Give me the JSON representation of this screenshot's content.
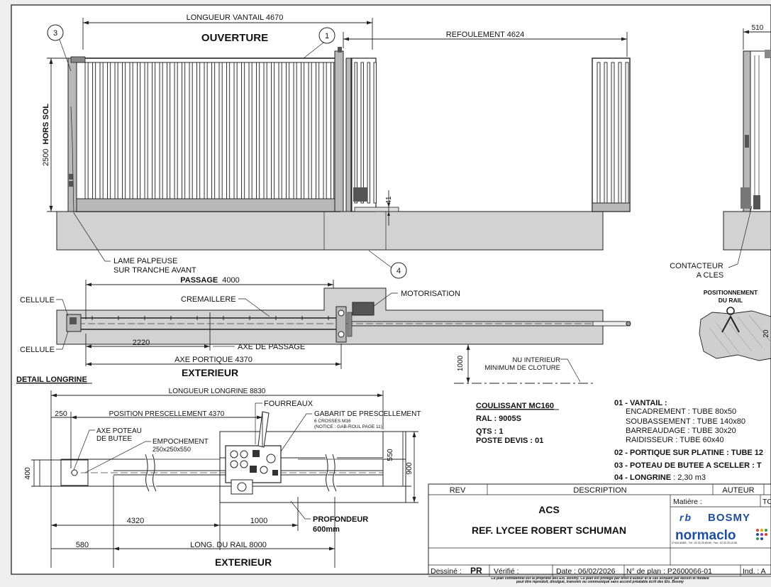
{
  "elevation": {
    "longueur_vantail": "LONGUEUR VANTAIL 4670",
    "ouverture": "OUVERTURE",
    "refoulement": "REFOULEMENT 4624",
    "hauteur_value": "2500",
    "hauteur_label": "HORS SOL",
    "dim_41": "41",
    "dim_510": "510",
    "callouts": [
      "1",
      "3",
      "4"
    ]
  },
  "side_view": {
    "contacteur_line1": "CONTACTEUR",
    "contacteur_line2": "A CLES",
    "positionnement_line1": "POSITIONNEMENT",
    "positionnement_line2": "DU RAIL",
    "dim_20": "20"
  },
  "plan": {
    "lame_line1": "LAME PALPEUSE",
    "lame_line2": "SUR TRANCHE AVANT",
    "passage_bold": "PASSAGE",
    "passage_value": "4000",
    "cellule_top": "CELLULE",
    "cellule_bottom": "CELLULE",
    "cremaillere": "CREMAILLERE",
    "motorisation": "MOTORISATION",
    "dim_2220": "2220",
    "axe_passage": "AXE DE PASSAGE",
    "axe_portique": "AXE PORTIQUE 4370",
    "exterieur": "EXTERIEUR",
    "dim_1000": "1000",
    "nu_line1": "NU INTERIEUR",
    "nu_line2": "MINIMUM DE CLOTURE"
  },
  "detail": {
    "title": "DETAIL LONGRINE",
    "longueur_longrine": "LONGUEUR LONGRINE 8830",
    "dim_250": "250",
    "position_prescellement": "POSITION PRESCELLEMENT 4370",
    "fourreaux": "FOURREAUX",
    "gabarit": "GABARIT DE PRESCELLEMENT",
    "gabarit_sub1": "6 CROSSES M16",
    "gabarit_sub2": "(NOTICE : GAB-ROUL PAGE 11)",
    "axe_poteau_line1": "AXE POTEAU",
    "axe_poteau_line2": "DE BUTEE",
    "empochement_line1": "EMPOCHEMENT",
    "empochement_line2": "250x250x550",
    "dim_550": "550",
    "dim_900": "900",
    "dim_400": "400",
    "dim_4320": "4320",
    "dim_1000": "1000",
    "profondeur_line1": "PROFONDEUR",
    "profondeur_line2": "600mm",
    "dim_580": "580",
    "long_rail": "LONG. DU RAIL 8000",
    "exterieur": "EXTERIEUR"
  },
  "specs": {
    "product": "COULISSANT MC160",
    "ral": "RAL : 9005S",
    "qts": "QTS : 1",
    "poste": "POSTE DEVIS : 01"
  },
  "nomenclature": {
    "vantail_title": "01 - VANTAIL :",
    "vantail_items": [
      "ENCADREMENT  : TUBE 80x50",
      "SOUBASSEMENT : TUBE 140x80",
      "BARREAUDAGE : TUBE 30x20",
      "RAIDISSEUR : TUBE 60x40"
    ],
    "portique": "02 - PORTIQUE SUR PLATINE : TUBE 12",
    "poteau": "03 - POTEAU DE BUTEE A SCELLER : T",
    "longrine_bold": "04 - LONGRINE",
    "longrine_value": " : 2,30 m3"
  },
  "title_block": {
    "rev": "REV",
    "description": "DESCRIPTION",
    "auteur": "AUTEUR",
    "client": "ACS",
    "reference": "REF. LYCEE ROBERT SCHUMAN",
    "matiere": "Matière :",
    "matiere_value": "TC",
    "brand1": "BOSMY",
    "brand1_mark": "rb",
    "brand2": "normaclo",
    "address": "27430 ANDE - Tél : 02.32.25.65.65 - Fax : 02.32.25.10.55",
    "dessine_label": "Dessiné :",
    "dessine_value": "PR",
    "verifie": "Vérifié :",
    "date": "Date : 06/02/2026",
    "plan_no": "N° de plan : P2600066-01",
    "ind": "Ind. : A",
    "confidential1": "Ce plan confidentiel est la propriété des Ets. Bosmy. Ce plan est protégé par droit d'auteur et le cas échéant par dessin et modèle",
    "confidential2": "peut être reproduit, divulgué, transmis ou communiqué sans accord préalable écrit des Ets. Bosmy"
  },
  "colors": {
    "concrete": "#d2d2d2",
    "steel": "#b8b8b8",
    "brand_blue": "#1f4e9c"
  }
}
